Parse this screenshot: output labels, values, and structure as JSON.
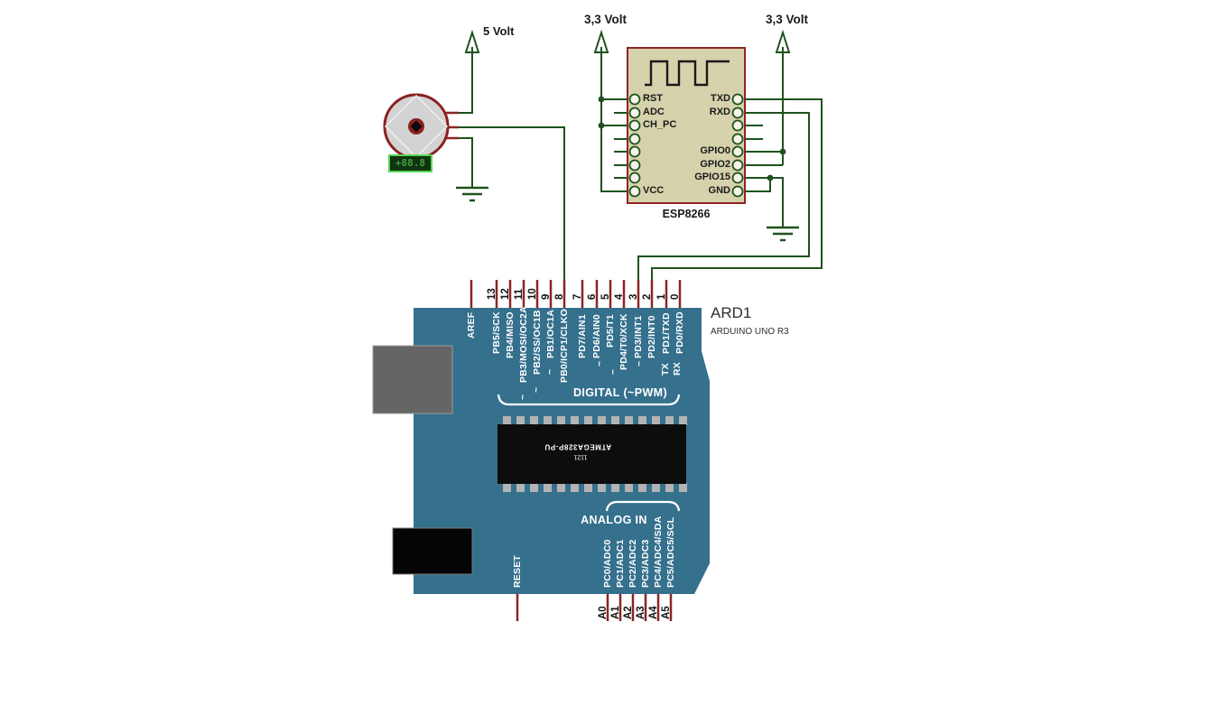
{
  "power": {
    "v5": "5 Volt",
    "v33_left": "3,3 Volt",
    "v33_right": "3,3 Volt"
  },
  "sensor": {
    "display_value": "+88.8"
  },
  "esp8266": {
    "name": "ESP8266",
    "left_pins": [
      "RST",
      "ADC",
      "CH_PC",
      "VCC"
    ],
    "right_pins": [
      "TXD",
      "RXD",
      "GPIO0",
      "GPIO2",
      "GPIO15",
      "GND"
    ]
  },
  "arduino": {
    "ref": "ARD1",
    "part": "ARDUINO UNO R3",
    "aref": "AREF",
    "reset": "RESET",
    "tx": "TX",
    "rx": "RX",
    "digital_header": "DIGITAL (~PWM)",
    "analog_header": "ANALOG IN",
    "pwm_marker": "~",
    "chip": {
      "name": "ATMEGA328P-PU",
      "code": "1121"
    },
    "digital_numbers": [
      "13",
      "12",
      "11",
      "10",
      "9",
      "8",
      "7",
      "6",
      "5",
      "4",
      "3",
      "2",
      "1",
      "0"
    ],
    "digital_labels": [
      "PB5/SCK",
      "PB4/MISO",
      "PB3/MOSI/OC2A",
      "PB2/SS/OC1B",
      "PB1/OC1A",
      "PB0/ICP1/CLKO",
      "PD7/AIN1",
      "PD6/AIN0",
      "PD5/T1",
      "PD4/T0/XCK",
      "PD3/INT1",
      "PD2/INT0",
      "PD1/TXD",
      "PD0/RXD"
    ],
    "analog_numbers": [
      "A0",
      "A1",
      "A2",
      "A3",
      "A4",
      "A5"
    ],
    "analog_labels": [
      "PC0/ADC0",
      "PC1/ADC1",
      "PC2/ADC2",
      "PC3/ADC3",
      "PC4/ADC4/SDA",
      "PC5/ADC5/SCL"
    ]
  },
  "colors": {
    "wire": "#1e521e",
    "pin_stub": "#8c2424",
    "board": "#35708d",
    "esp_body": "#d5d2ac",
    "esp_border": "#8e2424",
    "display_bg": "#0e330e",
    "display_border": "#55d655",
    "display_text": "#43a043"
  }
}
